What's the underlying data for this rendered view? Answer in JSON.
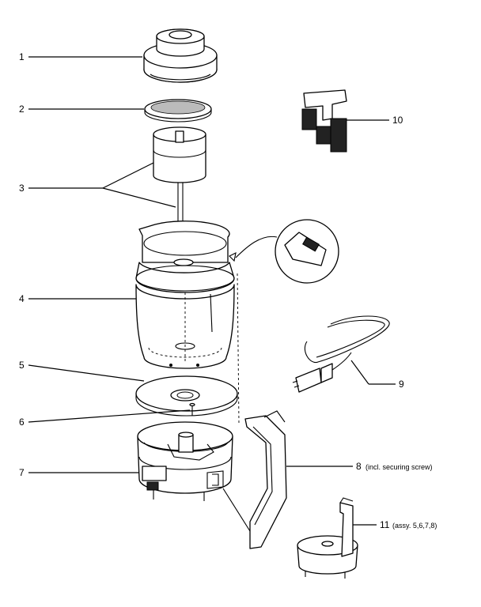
{
  "parts": [
    {
      "id": "1",
      "text": "1"
    },
    {
      "id": "2",
      "text": "2"
    },
    {
      "id": "3",
      "text": "3"
    },
    {
      "id": "4",
      "text": "4"
    },
    {
      "id": "5",
      "text": "5"
    },
    {
      "id": "6",
      "text": "6"
    },
    {
      "id": "7",
      "text": "7"
    },
    {
      "id": "8",
      "text": "8",
      "note": "(incl. securing screw)"
    },
    {
      "id": "9",
      "text": "9"
    },
    {
      "id": "10",
      "text": "10"
    },
    {
      "id": "11",
      "text": "11",
      "note": "(assy. 5,6,7,8)"
    }
  ]
}
